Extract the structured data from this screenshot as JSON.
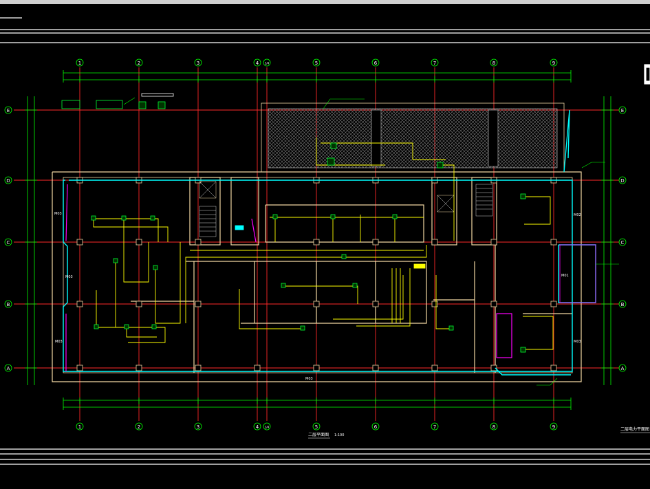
{
  "drawing": {
    "title": "二层平面图",
    "scale": "1:100",
    "sheet_caption": "二层电力平面图",
    "colors": {
      "background": "#000000",
      "axis_line": "#ff2a2a",
      "dimension_line": "#00ff00",
      "wall": "#f2d8a4",
      "wire": "#ffff00",
      "equipment": "#00ff33",
      "cable_tray": "#00ffff",
      "panel_outline": "#ff00ff",
      "frame": "#ffffff"
    },
    "column_axes": [
      "1",
      "2",
      "3",
      "4",
      "1/4",
      "5",
      "6",
      "7",
      "8",
      "9"
    ],
    "row_axes": [
      "E",
      "D",
      "C",
      "B",
      "A"
    ],
    "panel_tags": {
      "left_upper": "M03",
      "left_mid": "M03",
      "left_lower": "M03",
      "bottom": "M03",
      "right_lower": "M03",
      "right_upper": "M02",
      "right_box": "M01"
    }
  }
}
